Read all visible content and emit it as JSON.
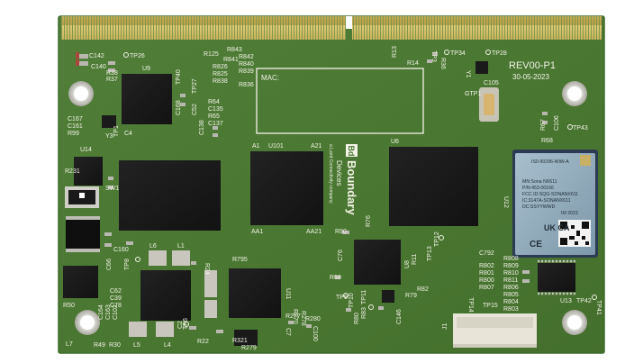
{
  "board": {
    "revision": "REV00-P1",
    "date": "30-05-2023",
    "mac_label": "MAC:",
    "brand_logo_mark": "Bd",
    "brand_name": "Boundary",
    "brand_sub": "Devices",
    "brand_tagline": "a Laird Connectivity company",
    "colors": {
      "pcb": "#4a7a34",
      "pcb_edge": "#3c6a2a",
      "gold": "#cdb35b",
      "ic": "#1a1a1a",
      "silkscreen": "#f2f2e6",
      "pad": "#b9b9b3",
      "module_shield": "#8aa6b8"
    }
  },
  "silkscreen_labels": {
    "c142": "C142",
    "tp26": "TP26",
    "c140": "C140",
    "r38": "R38",
    "r37": "R37",
    "u9": "U9",
    "r125": "R125",
    "r843": "R843",
    "r841": "R841",
    "r842": "R842",
    "r826": "R826",
    "r840": "R840",
    "r825": "R825",
    "r839": "R839",
    "r838": "R838",
    "r836": "R836",
    "tp40": "TP40",
    "tp27": "TP27",
    "c168": "C168",
    "c52": "C52",
    "r64": "R64",
    "c135": "C135",
    "r65": "R65",
    "c137": "C137",
    "c138": "C138",
    "r13": "R13",
    "r14": "R14",
    "tp3": "TP3",
    "r36": "R36",
    "tp34": "TP34",
    "tp28": "TP28",
    "y1": "Y1",
    "gtp1": "GTP1",
    "c105": "C105",
    "c167": "C167",
    "c161": "C161",
    "r99": "R99",
    "y3": "Y3",
    "c4": "C4",
    "r64b": "R64",
    "tp1": "TP1",
    "r67": "R67",
    "c106": "C106",
    "tp43": "TP43",
    "r68": "R68",
    "u101": "U101",
    "a1": "A1",
    "a21": "A21",
    "aa1": "AA1",
    "aa21": "AA21",
    "u6": "U6",
    "u14": "U14",
    "r231": "R231",
    "sw1": "SW1",
    "u12": "U12",
    "r90": "R90",
    "r76": "R76",
    "tp12": "TP12",
    "tp13": "TP13",
    "r11": "R11",
    "u8": "U8",
    "c76": "C76",
    "r69": "R69",
    "tp9": "TP9",
    "r82": "R82",
    "r79": "R79",
    "r808": "R808",
    "r809": "R809",
    "r810": "R810",
    "r811": "R811",
    "r806": "R806",
    "r805": "R805",
    "r804": "R804",
    "r803": "R803",
    "c792": "C792",
    "r802": "R802",
    "r801": "R801",
    "r800": "R800",
    "r807": "R807",
    "u13": "U13",
    "tp42": "TP42",
    "tp41": "TP41",
    "c160": "C160",
    "l6": "L6",
    "l1": "L1",
    "tp8": "TP8",
    "c66": "C66",
    "r24": "R24",
    "r795": "R795",
    "u11": "U11",
    "c62": "C62",
    "c39": "C39",
    "c78": "C78",
    "r50": "R50",
    "c164": "C164",
    "c163": "C163",
    "c102": "C102",
    "l7": "L7",
    "r49": "R49",
    "r30": "R30",
    "l5": "L5",
    "l4": "L4",
    "r22": "R22",
    "r321": "R321",
    "r279": "R279",
    "r277": "R277",
    "r280": "R280",
    "r278": "R278",
    "r270": "R270",
    "c100": "C100",
    "c7": "C7",
    "c2": "C2",
    "r80": "R80",
    "r83": "R83",
    "c146": "C146",
    "tp10": "TP10",
    "tp11": "TP11",
    "tp14": "TP14",
    "tp15": "TP15",
    "j1": "J1",
    "tp6": "TP6"
  },
  "module": {
    "line1": "IS0-90296-WiW-A",
    "line2": "MN:Sona NX611",
    "line3": "P/N:453-00166",
    "line4": "FCC ID:SQG-SONANX611",
    "line5": "IC:3147A-SONANX611",
    "line6": "DC:SSYYWWD",
    "line7": "IM 2023",
    "ukca": "UK CA",
    "ce": "CE"
  }
}
